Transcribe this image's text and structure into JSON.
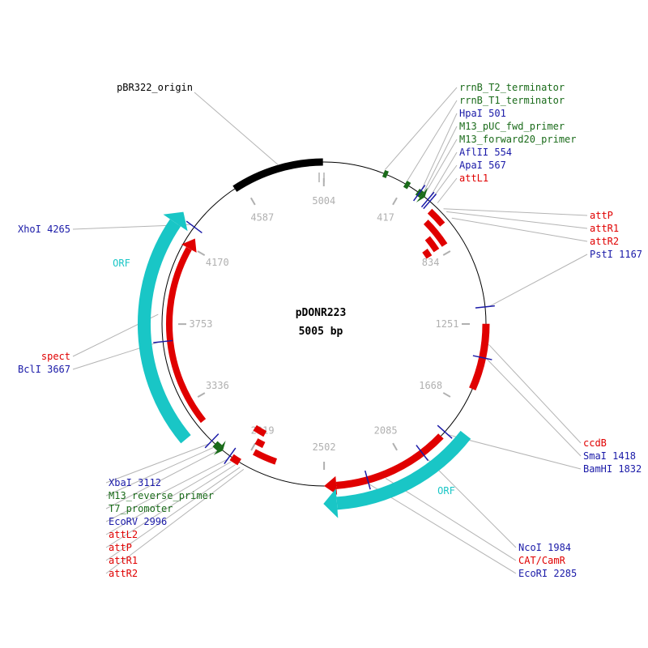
{
  "plasmid": {
    "name": "pDONR223",
    "size_label": "5005 bp",
    "length": 5005
  },
  "colors": {
    "red": "#e00000",
    "green": "#1a6b1a",
    "blue": "#1a1aa8",
    "cyan": "#19c6c6",
    "black": "#000000",
    "gray": "#b0b0b0"
  },
  "ticks": [
    {
      "text": "5004",
      "bp": 5004
    },
    {
      "text": "417",
      "bp": 417
    },
    {
      "text": "834",
      "bp": 834
    },
    {
      "text": "1251",
      "bp": 1251
    },
    {
      "text": "1668",
      "bp": 1668
    },
    {
      "text": "2085",
      "bp": 2085
    },
    {
      "text": "2502",
      "bp": 2502
    },
    {
      "text": "2919",
      "bp": 2919
    },
    {
      "text": "3336",
      "bp": 3336
    },
    {
      "text": "3753",
      "bp": 3753
    },
    {
      "text": "4170",
      "bp": 4170
    },
    {
      "text": "4587",
      "bp": 4587
    }
  ],
  "orf_label": "ORF",
  "labels": {
    "top_left": [
      {
        "text": "pBR322_origin",
        "color": "black",
        "bp": 4780
      }
    ],
    "top_right": [
      {
        "text": "rrnB_T2_terminator",
        "color": "green",
        "bp": 300
      },
      {
        "text": "rrnB_T1_terminator",
        "color": "green",
        "bp": 420
      },
      {
        "text": "HpaI 501",
        "color": "blue",
        "bp": 501
      },
      {
        "text": "M13_pUC_fwd_primer",
        "color": "green",
        "bp": 515
      },
      {
        "text": "M13_forward20_primer",
        "color": "green",
        "bp": 525
      },
      {
        "text": "AflII 554",
        "color": "blue",
        "bp": 554
      },
      {
        "text": "ApaI 567",
        "color": "blue",
        "bp": 567
      },
      {
        "text": "attL1",
        "color": "red",
        "bp": 600
      }
    ],
    "right_upper": [
      {
        "text": "attP",
        "color": "red",
        "bp": 640
      },
      {
        "text": "attR1",
        "color": "red",
        "bp": 660
      },
      {
        "text": "attR2",
        "color": "red",
        "bp": 700
      },
      {
        "text": "PstI 1167",
        "color": "blue",
        "bp": 1167
      }
    ],
    "right_lower": [
      {
        "text": "ccdB",
        "color": "red",
        "bp": 1350
      },
      {
        "text": "SmaI 1418",
        "color": "blue",
        "bp": 1418
      },
      {
        "text": "BamHI 1832",
        "color": "blue",
        "bp": 1832
      }
    ],
    "bottom_right": [
      {
        "text": "NcoI 1984",
        "color": "blue",
        "bp": 1984
      },
      {
        "text": "CAT/CamR",
        "color": "red",
        "bp": 2200
      },
      {
        "text": "EcoRI 2285",
        "color": "blue",
        "bp": 2285
      }
    ],
    "bottom_left": [
      {
        "text": "XbaI 3112",
        "color": "blue",
        "bp": 3112
      },
      {
        "text": "M13_reverse_primer",
        "color": "green",
        "bp": 3085
      },
      {
        "text": "T7_promoter",
        "color": "green",
        "bp": 3060
      },
      {
        "text": "EcoRV 2996",
        "color": "blue",
        "bp": 2996
      },
      {
        "text": "attL2",
        "color": "red",
        "bp": 2975
      },
      {
        "text": "attP",
        "color": "red",
        "bp": 2950
      },
      {
        "text": "attR1",
        "color": "red",
        "bp": 2925
      },
      {
        "text": "attR2",
        "color": "red",
        "bp": 2905
      }
    ],
    "left": [
      {
        "text": "XhoI 4265",
        "color": "blue",
        "bp": 4265
      },
      {
        "text": "spect",
        "color": "red",
        "bp": 3800
      },
      {
        "text": "BclI 3667",
        "color": "blue",
        "bp": 3667
      }
    ]
  },
  "features": [
    {
      "name": "pBR322_origin",
      "color": "black",
      "start": 4540,
      "end": 5000,
      "arrow": false,
      "ring": 0
    },
    {
      "name": "rrnB_T2_terminator",
      "color": "green",
      "start": 300,
      "end": 320,
      "arrow": false,
      "ring": 0
    },
    {
      "name": "rrnB_T1_terminator",
      "color": "green",
      "start": 418,
      "end": 440,
      "arrow": false,
      "ring": 0
    },
    {
      "name": "M13_fwd_primer",
      "color": "green",
      "start": 490,
      "end": 535,
      "arrow": true,
      "dir": 1,
      "ring": 0
    },
    {
      "name": "attL1",
      "color": "red",
      "start": 600,
      "end": 695,
      "arrow": false,
      "ring": 1
    },
    {
      "name": "attR1",
      "color": "red",
      "start": 625,
      "end": 790,
      "arrow": false,
      "ring": 2
    },
    {
      "name": "attR2",
      "color": "red",
      "start": 700,
      "end": 790,
      "arrow": false,
      "ring": 3
    },
    {
      "name": "attP",
      "color": "red",
      "start": 750,
      "end": 800,
      "arrow": false,
      "ring": 4
    },
    {
      "name": "ccdB",
      "color": "red",
      "start": 1250,
      "end": 1580,
      "arrow": false,
      "ring": 0
    },
    {
      "name": "CAT/CamR",
      "color": "red",
      "start": 1860,
      "end": 2502,
      "arrow": true,
      "dir": 1,
      "ring": 0
    },
    {
      "name": "ORF",
      "color": "cyan",
      "start": 1780,
      "end": 2505,
      "arrow": true,
      "dir": 1,
      "ring": 5
    },
    {
      "name": "attL2",
      "color": "red",
      "start": 2770,
      "end": 2900,
      "arrow": false,
      "ring": 6
    },
    {
      "name": "attP2",
      "color": "red",
      "start": 2870,
      "end": 2920,
      "arrow": false,
      "ring": 7
    },
    {
      "name": "attR1b",
      "color": "red",
      "start": 2895,
      "end": 2970,
      "arrow": false,
      "ring": 8
    },
    {
      "name": "attR2b",
      "color": "red",
      "start": 2940,
      "end": 2985,
      "arrow": false,
      "ring": 0
    },
    {
      "name": "T7_promoter",
      "color": "green",
      "start": 3040,
      "end": 3090,
      "arrow": true,
      "dir": -1,
      "ring": 0
    },
    {
      "name": "spect",
      "color": "red",
      "start": 3215,
      "end": 4220,
      "arrow": true,
      "dir": 1,
      "ring": 1
    },
    {
      "name": "ORF",
      "color": "cyan",
      "start": 3200,
      "end": 4290,
      "arrow": true,
      "dir": 1,
      "ring": 9
    }
  ],
  "sites": [
    {
      "name": "HpaI",
      "bp": 501
    },
    {
      "name": "AflII",
      "bp": 554
    },
    {
      "name": "ApaI",
      "bp": 567
    },
    {
      "name": "PstI",
      "bp": 1167
    },
    {
      "name": "SmaI",
      "bp": 1418
    },
    {
      "name": "BamHI",
      "bp": 1832
    },
    {
      "name": "NcoI",
      "bp": 1984
    },
    {
      "name": "EcoRI",
      "bp": 2285
    },
    {
      "name": "EcoRV",
      "bp": 2996
    },
    {
      "name": "XbaI",
      "bp": 3112
    },
    {
      "name": "BclI",
      "bp": 3667
    },
    {
      "name": "XhoI",
      "bp": 4265
    }
  ]
}
